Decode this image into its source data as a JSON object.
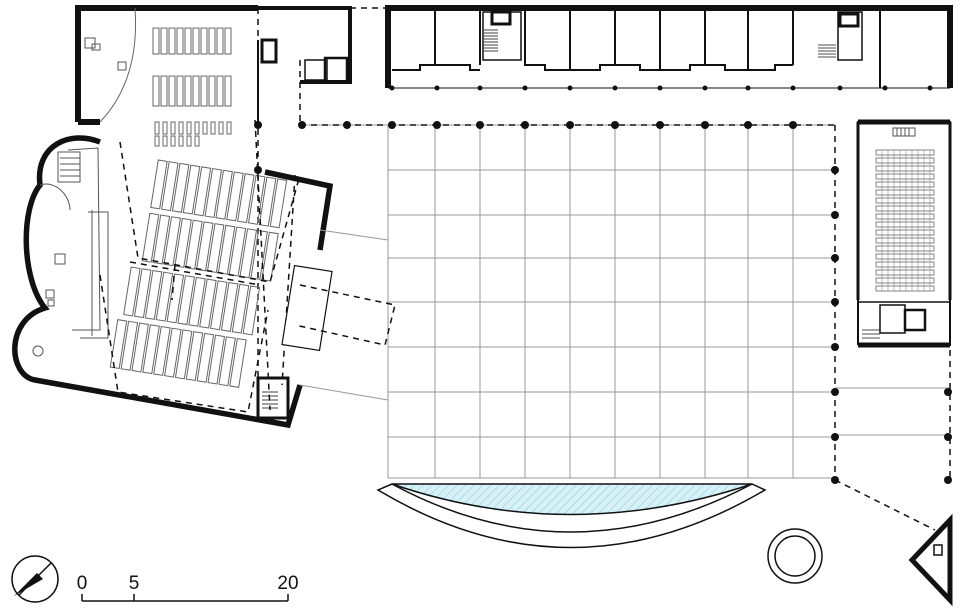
{
  "scale_bar": {
    "labels": [
      "0",
      "5",
      "20"
    ]
  },
  "north_arrow": {
    "icon": "north-arrow-icon"
  },
  "colors": {
    "line": "#111111",
    "water_fill": "#d7f1f7",
    "water_hatch": "#7fc9dd",
    "background": "#ffffff"
  }
}
